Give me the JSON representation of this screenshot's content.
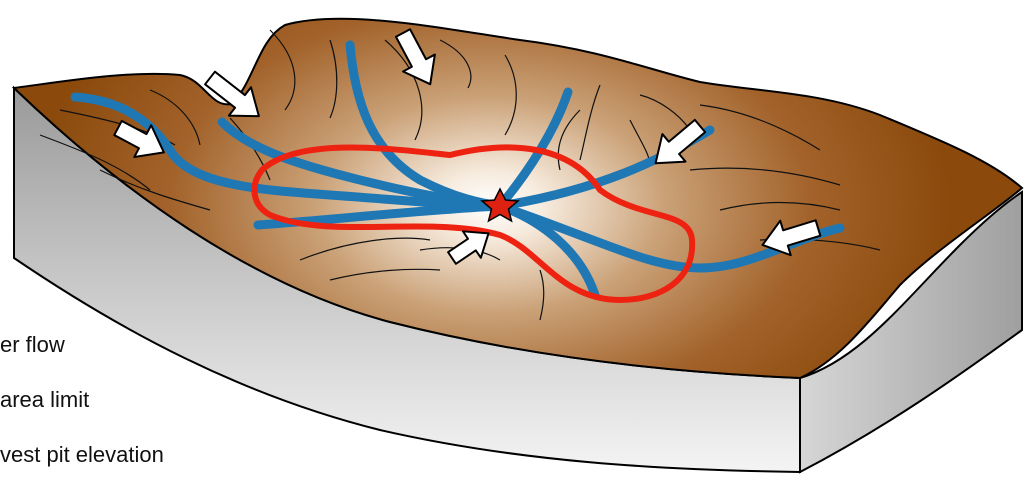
{
  "legend": {
    "items": [
      {
        "label": "er flow",
        "icon": "water-flow-arrow-icon"
      },
      {
        "label": "area limit",
        "icon": "catchment-limit-line-icon"
      },
      {
        "label": "vest pit elevation",
        "icon": "lowest-point-star-icon"
      }
    ]
  },
  "colors": {
    "terrain_dark": "#8b4a0c",
    "terrain_mid": "#b0733a",
    "terrain_light": "#ffffff",
    "side_dark": "#9a9a9a",
    "side_light": "#f2f2f2",
    "flow_stream": "#1f78b4",
    "area_limit": "#ee2211",
    "star_fill": "#dd2211",
    "contour": "#111111",
    "arrow_fill": "#ffffff",
    "arrow_stroke": "#000000"
  }
}
